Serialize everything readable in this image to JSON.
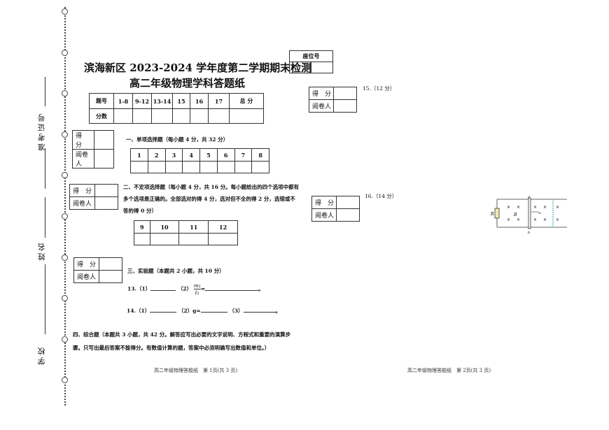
{
  "binding_margin": {
    "labels": [
      "准考证号",
      "姓名",
      "学校"
    ]
  },
  "header": {
    "title": "滨海新区 2023-2024 学年度第二学期期末检测",
    "subtitle": "高二年级物理学科答题纸"
  },
  "seat": {
    "label": "座位号"
  },
  "score_table": {
    "headers": [
      "题号",
      "1-8",
      "9-12",
      "13-14",
      "15",
      "16",
      "17",
      "总 分"
    ],
    "row_label": "分数"
  },
  "grader": {
    "score_label": "得　分",
    "reviewer_label": "阅卷人"
  },
  "section1": {
    "heading": "一、单项选择题（每小题 4 分，共 32 分）",
    "numbers": [
      "1",
      "2",
      "3",
      "4",
      "5",
      "6",
      "7",
      "8"
    ]
  },
  "section2": {
    "heading": "二、不定项选择题（每小题 4 分，共 16 分。每小题给出的四个选项中都有多个选项是正确的。全部选对的得 4 分，选对但不全的得 2 分，选错或不答的得 0 分）",
    "numbers": [
      "9",
      "10",
      "11",
      "12"
    ]
  },
  "section3": {
    "heading": "三、实验题（本题共 2 小题，共 10 分）",
    "q13": {
      "label": "13.（1）",
      "p2": "（2）",
      "frac_num": "m₁",
      "frac_den": "t₁",
      "eq": "=",
      "end": "。"
    },
    "q14": {
      "label": "14.（1）",
      "p2": "（2）g=",
      "p3": "（3）",
      "end": "。"
    }
  },
  "section4": {
    "heading": "四、综合题（本题共 3 小题，共 42 分。解答应写出必要的文字说明、方程式和重要的演算步骤。只写出最后答案不能得分。有数值计算的题，答案中必须明确写出数值和单位。）"
  },
  "q15": {
    "label": "15.（12 分）"
  },
  "q16": {
    "label": "16.（14 分）"
  },
  "diagram": {
    "R": "R",
    "B": "B",
    "a": "a",
    "b": "b",
    "v": "v₀",
    "cross": "×"
  },
  "footer": {
    "page1": "高二年级物理答题纸　第 1页(共 3 页)",
    "page2": "高二年级物理答题纸　第 2页(共 3 页)"
  }
}
